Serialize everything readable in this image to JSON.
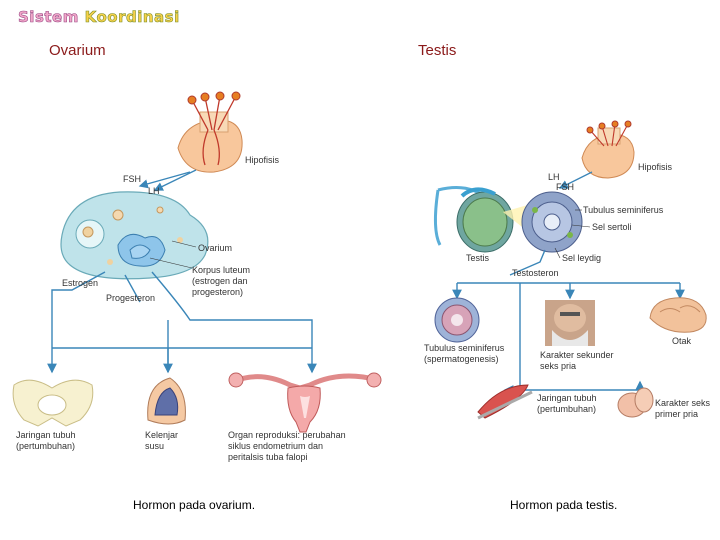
{
  "header": {
    "brand_word1": "Sistem",
    "brand_word2": "Koordinasi"
  },
  "ovarium_panel": {
    "title": "Ovarium",
    "labels": {
      "hipofisis": "Hipofisis",
      "fsh": "FSH",
      "lh": "LH",
      "ovarium": "Ovarium",
      "korpus": "Korpus luteum\n(estrogen dan\nprogesteron)",
      "estrogen": "Estrogen",
      "progesteron": "Progesteron",
      "jaringan": "Jaringan tubuh\n(pertumbuhan)",
      "kelenjar": "Kelenjar\nsusu",
      "organ": "Organ reproduksi: perubahan\nsiklus endometrium dan\nperitalsis tuba falopi"
    },
    "caption": "Hormon pada ovarium."
  },
  "testis_panel": {
    "title": "Testis",
    "labels": {
      "hipofisis": "Hipofisis",
      "lh": "LH",
      "fsh": "FSH",
      "tubulus": "Tubulus seminiferus",
      "sertoli": "Sel sertoli",
      "testis": "Testis",
      "leydig": "Sel leydig",
      "testosteron": "Testosteron",
      "tubulus_bottom": "Tubulus seminiferus\n(spermatogenesis)",
      "karakter_sekunder": "Karakter sekunder\nseks pria",
      "otak": "Otak",
      "jaringan": "Jaringan tubuh\n(pertumbuhan)",
      "karakter_primer": "Karakter seks\nprimer pria"
    },
    "caption": "Hormon pada testis."
  }
}
